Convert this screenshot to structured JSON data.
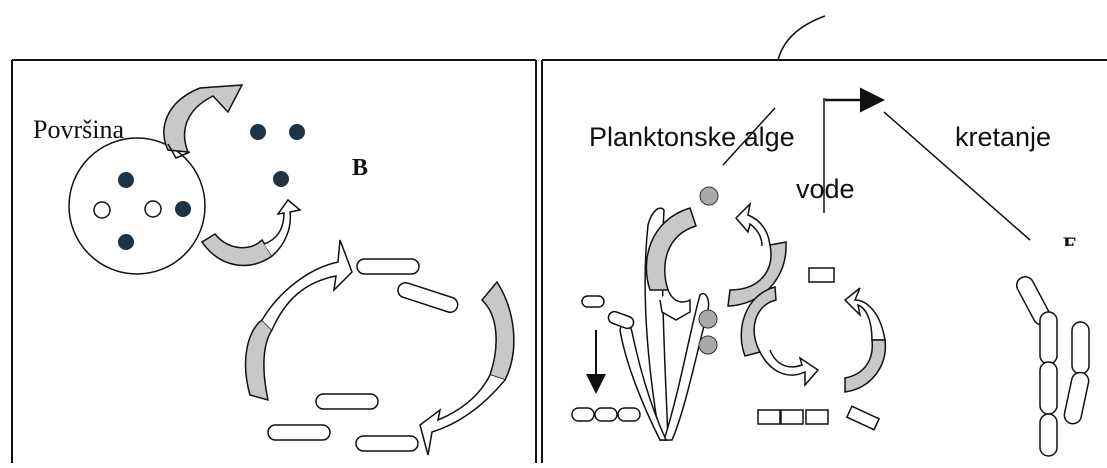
{
  "labels": {
    "surface": "Površina",
    "b": "B",
    "plankton": "Planktonske alge",
    "water": "vode",
    "movement": "kretanje",
    "f": "F"
  },
  "colors": {
    "dark_particle": "#1e3445",
    "arrow_fill": "#c8c8c8",
    "grey_particle": "#a9a9a9",
    "stroke": "#111111",
    "background": "#ffffff"
  }
}
